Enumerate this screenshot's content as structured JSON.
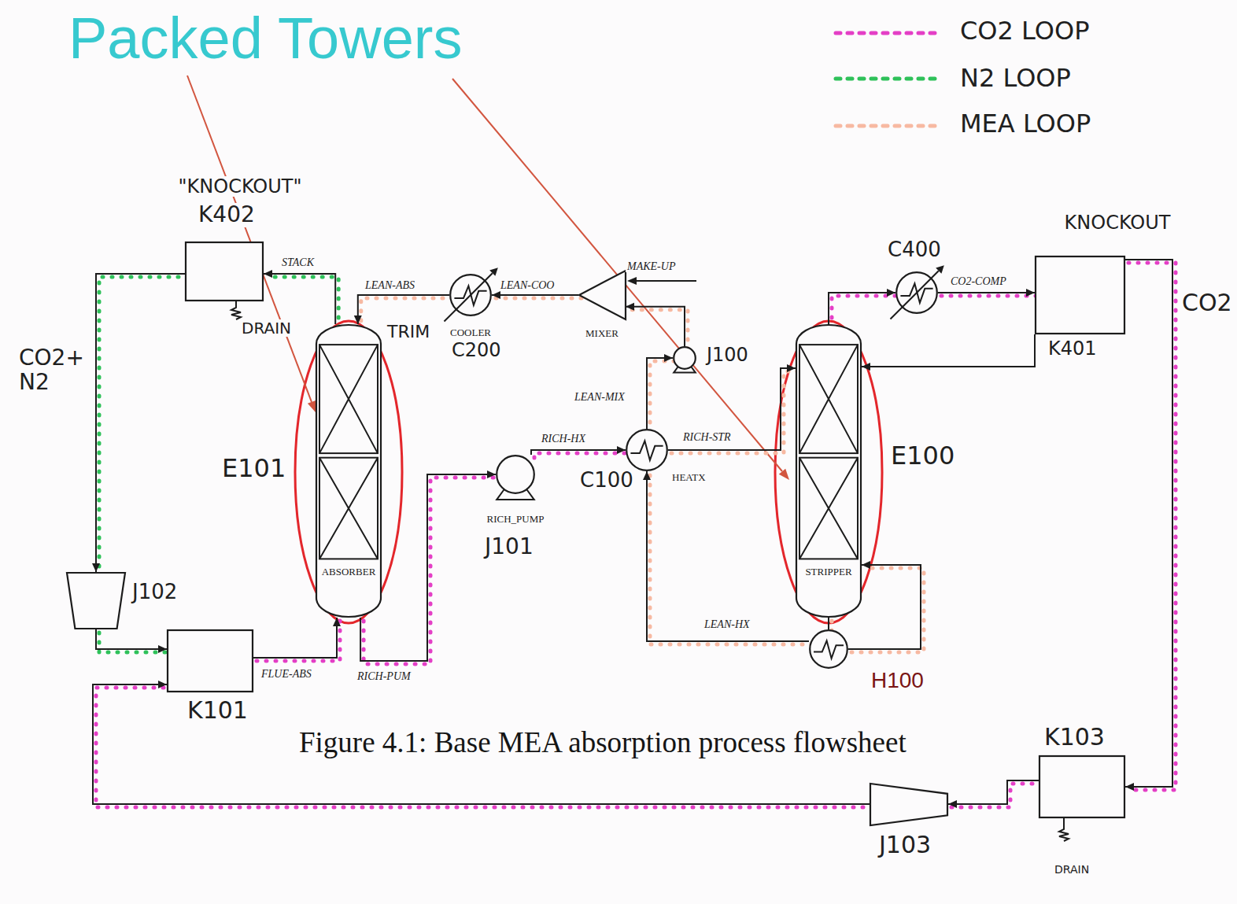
{
  "diagram": {
    "caption": "Figure 4.1: Base MEA absorption process flowsheet",
    "nodes": [
      {
        "text": [
          "\"KNOCKOUT\"",
          "K402"
        ]
      },
      {
        "text": [
          "TRIM",
          "COOLER",
          "C200"
        ]
      },
      {
        "text": [
          "MIXER"
        ]
      },
      {
        "text": [
          "C400"
        ]
      },
      {
        "text": [
          "KNOCKOUT",
          "K401"
        ]
      },
      {
        "text": [
          "J100"
        ]
      },
      {
        "text": [
          "E101",
          "ABSORBER"
        ]
      },
      {
        "text": [
          "E100",
          "STRIPPER"
        ]
      },
      {
        "text": [
          "C100",
          "HEATX"
        ]
      },
      {
        "text": [
          "RICH_PUMP",
          "J101"
        ]
      },
      {
        "text": [
          "J102"
        ]
      },
      {
        "text": [
          "K101"
        ]
      },
      {
        "text": [
          "H100"
        ]
      },
      {
        "text": [
          "K103"
        ]
      },
      {
        "text": [
          "J103"
        ]
      }
    ],
    "edges": [
      {
        "from": 6,
        "to": 0,
        "label": "STACK",
        "arrow": "to"
      },
      {
        "from": 0,
        "to": 10,
        "label": "CO2+ N2",
        "arrow": "to"
      },
      {
        "from": 10,
        "to": 11,
        "arrow": "to"
      },
      {
        "from": 11,
        "to": 6,
        "label": "FLUE-ABS",
        "arrow": "to"
      },
      {
        "from": 6,
        "to": 9,
        "label": "RICH-PUM",
        "arrow": "to"
      },
      {
        "from": 9,
        "to": 8,
        "label": "RICH-HX",
        "arrow": "to"
      },
      {
        "from": 8,
        "to": 7,
        "label": "RICH-STR",
        "arrow": "to"
      },
      {
        "from": 7,
        "to": 12,
        "arrow": "none"
      },
      {
        "from": 12,
        "to": 7,
        "arrow": "to"
      },
      {
        "from": 12,
        "to": 8,
        "label": "LEAN-HX",
        "arrow": "to"
      },
      {
        "from": 8,
        "to": 5,
        "label": "LEAN-MIX",
        "arrow": "to"
      },
      {
        "from": 5,
        "to": 2,
        "arrow": "to"
      },
      {
        "from": 2,
        "to": 1,
        "label": "LEAN-COO",
        "arrow": "to"
      },
      {
        "from": 1,
        "to": 6,
        "label": "LEAN-ABS",
        "arrow": "to"
      },
      {
        "from": 7,
        "to": 3,
        "arrow": "to"
      },
      {
        "from": 3,
        "to": 4,
        "label": "CO2-COMP",
        "arrow": "to"
      },
      {
        "from": 4,
        "to": 7,
        "arrow": "to"
      },
      {
        "from": 4,
        "to": 13,
        "label": "CO2",
        "arrow": "to"
      },
      {
        "from": 13,
        "to": 14,
        "arrow": "to"
      },
      {
        "from": 14,
        "to": 11,
        "arrow": "to"
      }
    ],
    "labels": [
      "Packed Towers",
      "MAKE-UP",
      "DRAIN",
      "DRAIN"
    ],
    "legend": [
      {
        "text": "CO2 LOOP"
      },
      {
        "text": "N2 LOOP"
      },
      {
        "text": "MEA LOOP"
      }
    ]
  }
}
